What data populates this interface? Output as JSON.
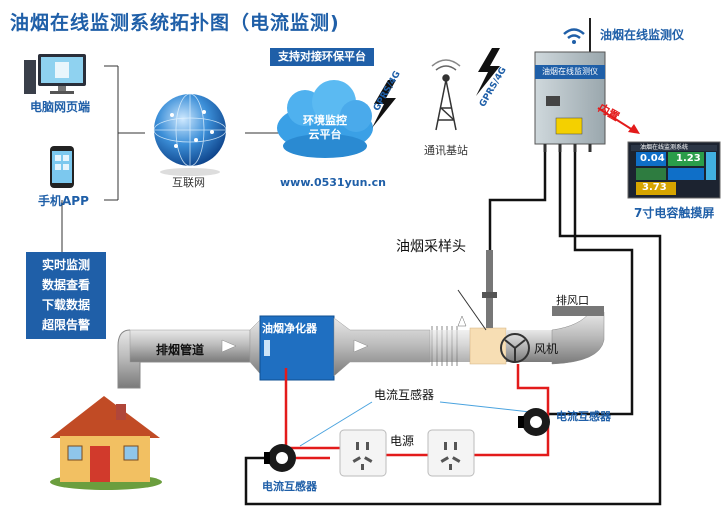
{
  "title": "油烟在线监测系统拓扑图（电流监测)",
  "clients": {
    "pc_label": "电脑网页端",
    "app_label": "手机APP"
  },
  "functions": [
    "实时监测",
    "数据查看",
    "下载数据",
    "超限告警"
  ],
  "internet_label": "互联网",
  "platform": {
    "banner": "支持对接环保平台",
    "cloud_line1": "环境监控",
    "cloud_line2": "云平台",
    "url": "www.0531yun.cn"
  },
  "network": {
    "gprs_left": "GPRS/4G",
    "gprs_right": "GPRS/4G",
    "base_station": "通讯基站"
  },
  "monitor": {
    "label": "油烟在线监测仪",
    "device_text": "油烟在线监测仪",
    "builtin": "内置"
  },
  "screen": {
    "header": "油烟在线监测系统",
    "value1": "0.04",
    "value2": "1.23",
    "value3": "3.73",
    "caption": "7寸电容触摸屏"
  },
  "duct": {
    "sampling_head": "油烟采样头",
    "exhaust_pipe": "排烟管道",
    "purifier": "油烟净化器",
    "fan": "风机",
    "outlet": "排风口"
  },
  "sensors": {
    "label_top": "电流互感器",
    "label_right": "电流互感器",
    "label_left": "电流互感器",
    "power": "电源"
  }
}
